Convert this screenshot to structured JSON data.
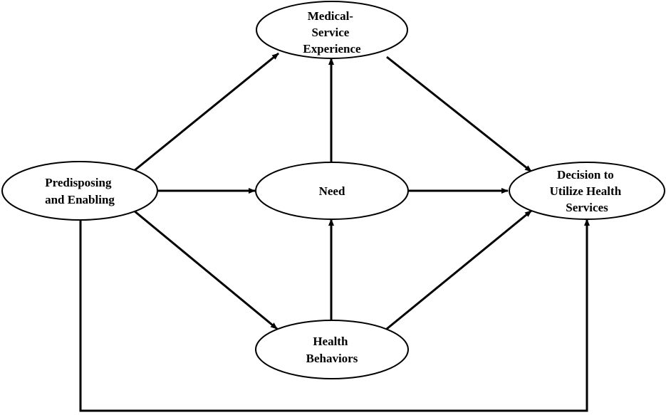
{
  "diagram": {
    "nodes": [
      {
        "id": "medical",
        "lines": [
          "Medical-",
          "Service",
          "Experience"
        ]
      },
      {
        "id": "predisposing",
        "lines": [
          "Predisposing",
          "and Enabling"
        ]
      },
      {
        "id": "need",
        "lines": [
          "Need"
        ]
      },
      {
        "id": "decision",
        "lines": [
          "Decision to",
          "Utilize Health",
          "Services"
        ]
      },
      {
        "id": "health",
        "lines": [
          "Health",
          "Behaviors"
        ]
      }
    ],
    "edges": [
      {
        "from": "predisposing",
        "to": "medical"
      },
      {
        "from": "predisposing",
        "to": "need"
      },
      {
        "from": "predisposing",
        "to": "health"
      },
      {
        "from": "predisposing",
        "to": "decision"
      },
      {
        "from": "need",
        "to": "medical"
      },
      {
        "from": "need",
        "to": "decision"
      },
      {
        "from": "medical",
        "to": "decision"
      },
      {
        "from": "health",
        "to": "need"
      },
      {
        "from": "health",
        "to": "decision"
      }
    ]
  }
}
